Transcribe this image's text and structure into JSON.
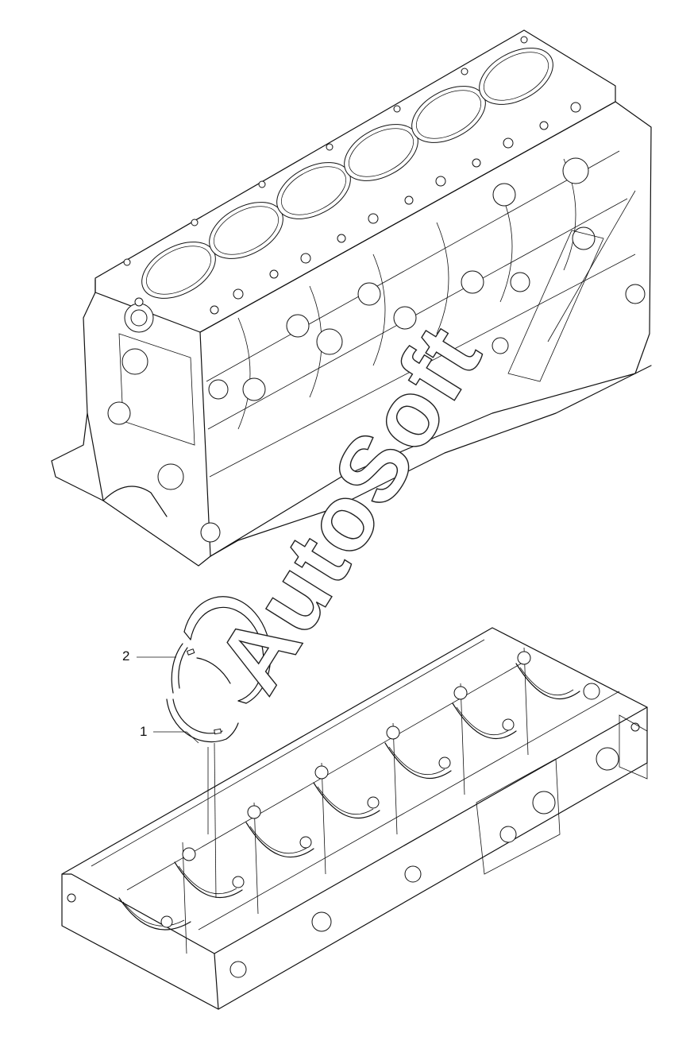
{
  "callouts": [
    {
      "label": "2",
      "part": "thrust-washer-upper"
    },
    {
      "label": "1",
      "part": "thrust-washer-lower"
    }
  ],
  "watermark": {
    "text": "AutoSoft"
  },
  "colors": {
    "line": "#111111",
    "background": "#ffffff"
  }
}
